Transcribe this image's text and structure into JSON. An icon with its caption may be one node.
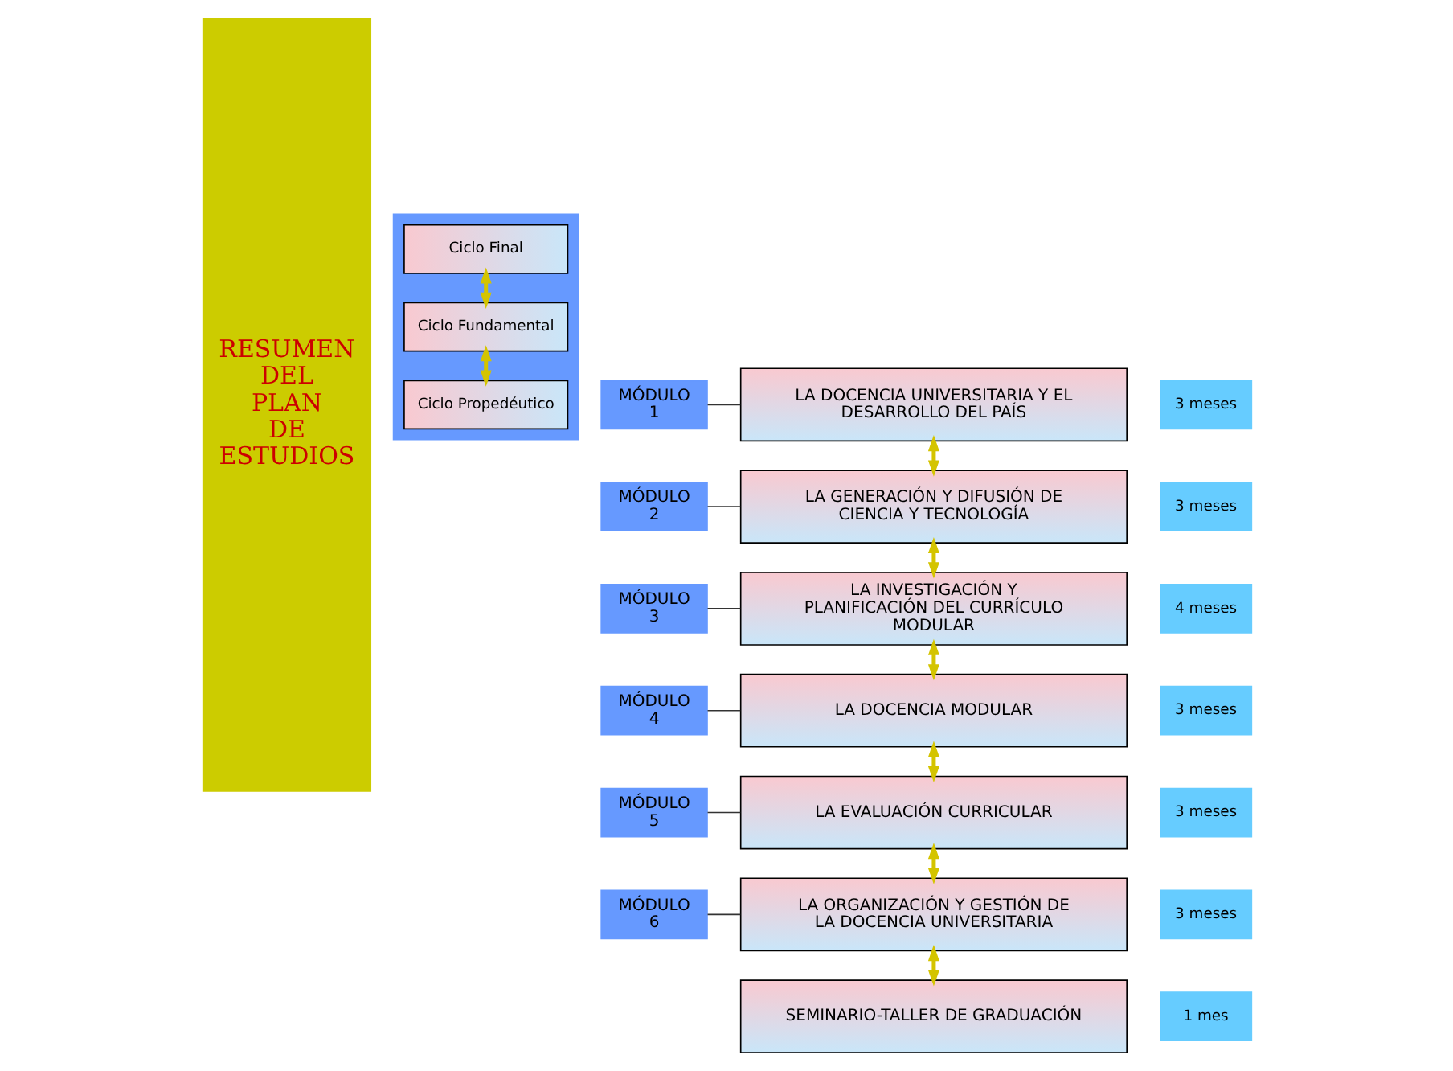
{
  "diagram": {
    "nodes": [
      {
        "text": [
          "RESUMEN DEL PLAN DE ESTUDIOS"
        ]
      },
      {
        "text": [],
        "shape": "box"
      },
      {
        "text": [
          "Ciclo Propedéutico"
        ],
        "in": 1
      },
      {
        "text": [
          "Ciclo Fundamental"
        ],
        "in": 1
      },
      {
        "text": [
          "Ciclo Final"
        ],
        "in": 1
      },
      {
        "text": [
          "MÓDULO",
          "1"
        ]
      },
      {
        "text": [
          "LA DOCENCIA UNIVERSITARIA Y EL DESARROLLO DEL PAÍS"
        ]
      },
      {
        "text": [
          "3 meses"
        ]
      },
      {
        "text": [
          "MÓDULO",
          "2"
        ]
      },
      {
        "text": [
          "LA GENERACIÓN Y DIFUSIÓN DE CIENCIA Y TECNOLOGÍA"
        ]
      },
      {
        "text": [
          "3 meses"
        ]
      },
      {
        "text": [
          "MÓDULO",
          "3"
        ]
      },
      {
        "text": [
          "LA INVESTIGACIÓN Y PLANIFICACIÓN DEL CURRÍCULO MODULAR"
        ]
      },
      {
        "text": [
          "4 meses"
        ]
      },
      {
        "text": [
          "MÓDULO",
          "4"
        ]
      },
      {
        "text": [
          "LA DOCENCIA MODULAR"
        ]
      },
      {
        "text": [
          "3 meses"
        ]
      },
      {
        "text": [
          "MÓDULO",
          "5"
        ]
      },
      {
        "text": [
          "LA EVALUACIÓN CURRICULAR"
        ]
      },
      {
        "text": [
          "3 meses"
        ]
      },
      {
        "text": [
          "MÓDULO",
          "6"
        ]
      },
      {
        "text": [
          "LA ORGANIZACIÓN Y GESTIÓN DE LA DOCENCIA UNIVERSITARIA"
        ]
      },
      {
        "text": [
          "3 meses"
        ]
      },
      {
        "text": [
          "SEMINARIO-TALLER DE GRADUACIÓN"
        ]
      },
      {
        "text": [
          "1 mes"
        ]
      }
    ],
    "edges": [
      {
        "from": 2,
        "to": 3,
        "arrow": "both"
      },
      {
        "from": 3,
        "to": 4,
        "arrow": "both"
      },
      {
        "from": 5,
        "to": 6,
        "arrow": "none",
        "color": "#333333"
      },
      {
        "from": 8,
        "to": 9,
        "arrow": "none",
        "color": "#333333"
      },
      {
        "from": 11,
        "to": 12,
        "arrow": "none",
        "color": "#333333"
      },
      {
        "from": 14,
        "to": 15,
        "arrow": "none",
        "color": "#333333"
      },
      {
        "from": 17,
        "to": 18,
        "arrow": "none",
        "color": "#333333"
      },
      {
        "from": 20,
        "to": 21,
        "arrow": "none",
        "color": "#333333"
      },
      {
        "from": 6,
        "to": 9,
        "arrow": "both"
      },
      {
        "from": 9,
        "to": 12,
        "arrow": "both"
      },
      {
        "from": 12,
        "to": 15,
        "arrow": "both"
      },
      {
        "from": 15,
        "to": 18,
        "arrow": "both"
      },
      {
        "from": 18,
        "to": 21,
        "arrow": "both"
      },
      {
        "from": 21,
        "to": 23,
        "arrow": "both"
      }
    ]
  }
}
